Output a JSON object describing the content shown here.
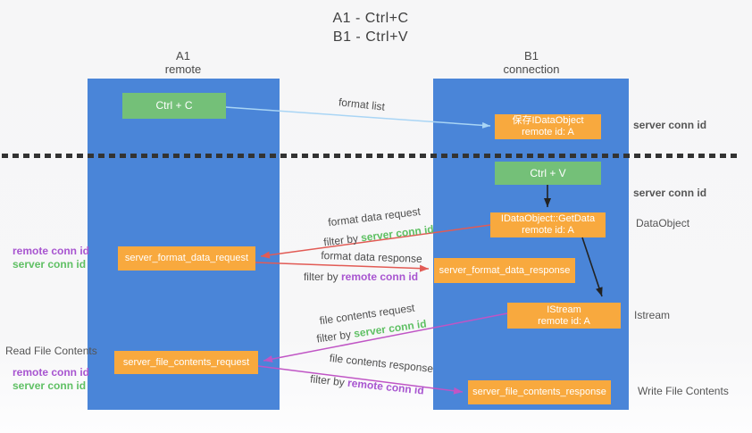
{
  "title": {
    "line1": "A1 - Ctrl+C",
    "line2": "B1 - Ctrl+V"
  },
  "lanes": {
    "left": {
      "title": "A1",
      "subtitle": "remote"
    },
    "right": {
      "title": "B1",
      "subtitle": "connection"
    }
  },
  "nodes": {
    "ctrl_c": {
      "label": "Ctrl + C"
    },
    "save_idataobject": {
      "line1": "保存IDataObject",
      "line2": "remote id: A"
    },
    "ctrl_v": {
      "label": "Ctrl + V"
    },
    "idataobject_getdata": {
      "line1": "IDataObject::GetData",
      "line2": "remote id: A"
    },
    "server_format_data_request": {
      "label": "server_format_data_request"
    },
    "server_format_data_response": {
      "label": "server_format_data_response"
    },
    "istream": {
      "line1": "IStream",
      "line2": "remote id: A"
    },
    "server_file_contents_request": {
      "label": "server_file_contents_request"
    },
    "server_file_contents_response": {
      "label": "server_file_contents_response"
    }
  },
  "flow_labels": {
    "format_list": "format list",
    "format_data_request": "format data request",
    "format_data_response": "format data response",
    "file_contents_request": "file contents request",
    "file_contents_response": "file contents response",
    "filter_by": "filter by",
    "server_conn_id": "server conn id",
    "remote_conn_id": "remote conn id"
  },
  "side_labels": {
    "server_conn_id_top": "server conn id",
    "server_conn_id_mid": "server conn id",
    "dataobject": "DataObject",
    "istream": "Istream",
    "write_file_contents": "Write File Contents",
    "read_file_contents": "Read File Contents",
    "remote_conn_id_upper": "remote conn id",
    "server_conn_id_upper": "server conn id",
    "remote_conn_id_lower": "remote conn id",
    "server_conn_id_lower": "server conn id"
  },
  "colors": {
    "lane_blue": "#4a85d8",
    "box_green": "#74c078",
    "box_orange": "#f8a93e",
    "arrow_red": "#e25b55",
    "arrow_magenta": "#c055c5",
    "arrow_light_blue": "#a9d5f5",
    "arrow_black": "#222222",
    "text_green": "#5fc064",
    "text_purple": "#a855d0",
    "text_gray": "#555555"
  }
}
